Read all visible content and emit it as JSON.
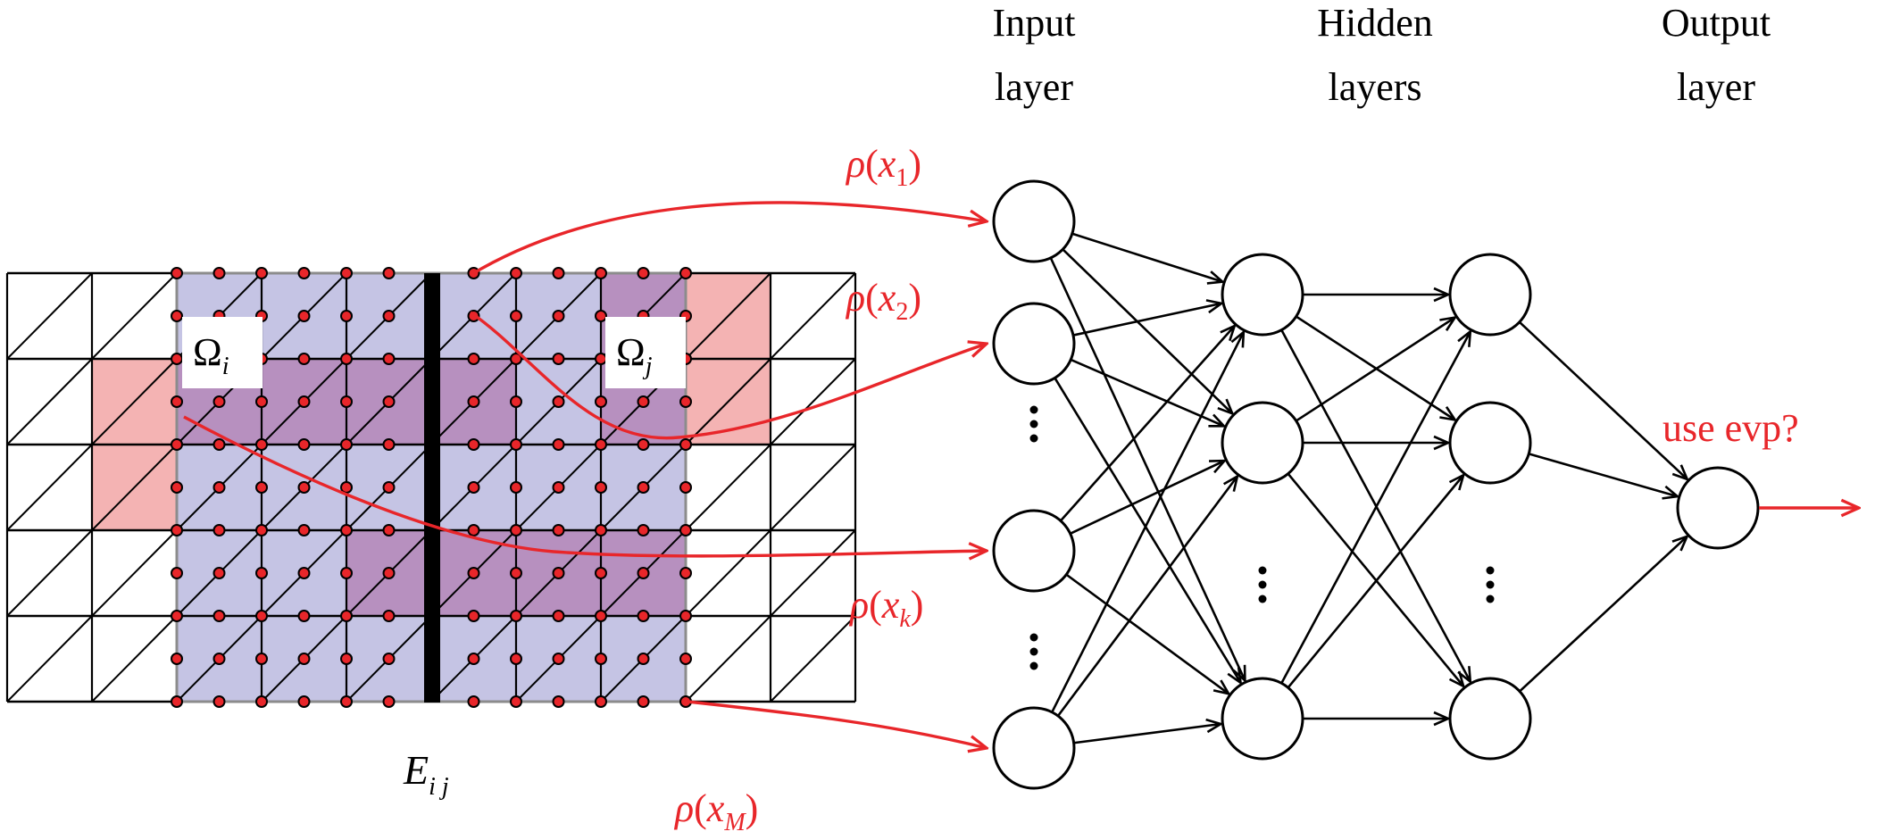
{
  "layers": {
    "input": [
      "Input",
      "layer"
    ],
    "hidden": [
      "Hidden",
      "layers"
    ],
    "output": [
      "Output",
      "layer"
    ]
  },
  "domains": {
    "left": "Ω",
    "left_sub": "i",
    "right": "Ω",
    "right_sub": "j"
  },
  "edge_label": {
    "main": "E",
    "sub": "i j"
  },
  "inputs": [
    {
      "sym": "ρ",
      "var": "x",
      "sub": "1"
    },
    {
      "sym": "ρ",
      "var": "x",
      "sub": "2"
    },
    {
      "sym": "ρ",
      "var": "x",
      "sub": "k"
    },
    {
      "sym": "ρ",
      "var": "x",
      "sub": "M"
    }
  ],
  "output_label": "use evp?",
  "colors": {
    "mesh_line": "#000000",
    "patch_fill": "#c5c4e4",
    "patch_highlight": "#b487b8",
    "pink_cell": "#f4b3b3",
    "arrow_red": "#e8262a",
    "point_fill": "#e8262a",
    "interface": "#000000",
    "neuron_stroke": "#000000"
  },
  "icons": [
    "mesh-grid",
    "sample-point",
    "neuron-node",
    "arrow"
  ]
}
